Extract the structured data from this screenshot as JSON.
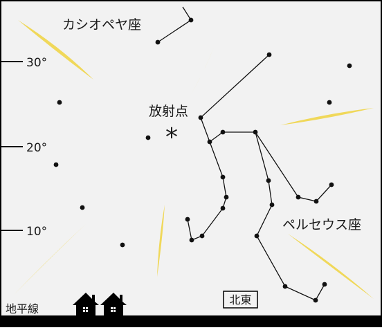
{
  "labels": {
    "cassiopeia": "カシオペヤ座",
    "radiant": "放射点",
    "radiant_mark": "*",
    "perseus": "ペルセウス座",
    "horizon": "地平線",
    "direction": "北東"
  },
  "axis": {
    "ticks": [
      "30°",
      "20°",
      "10°"
    ]
  },
  "colors": {
    "sky": "#f2f2f2",
    "ground": "#000000",
    "meteor": "#f0d85a",
    "star": "#111111",
    "line": "#111111"
  },
  "icons": [
    "house-icon",
    "house-icon"
  ]
}
